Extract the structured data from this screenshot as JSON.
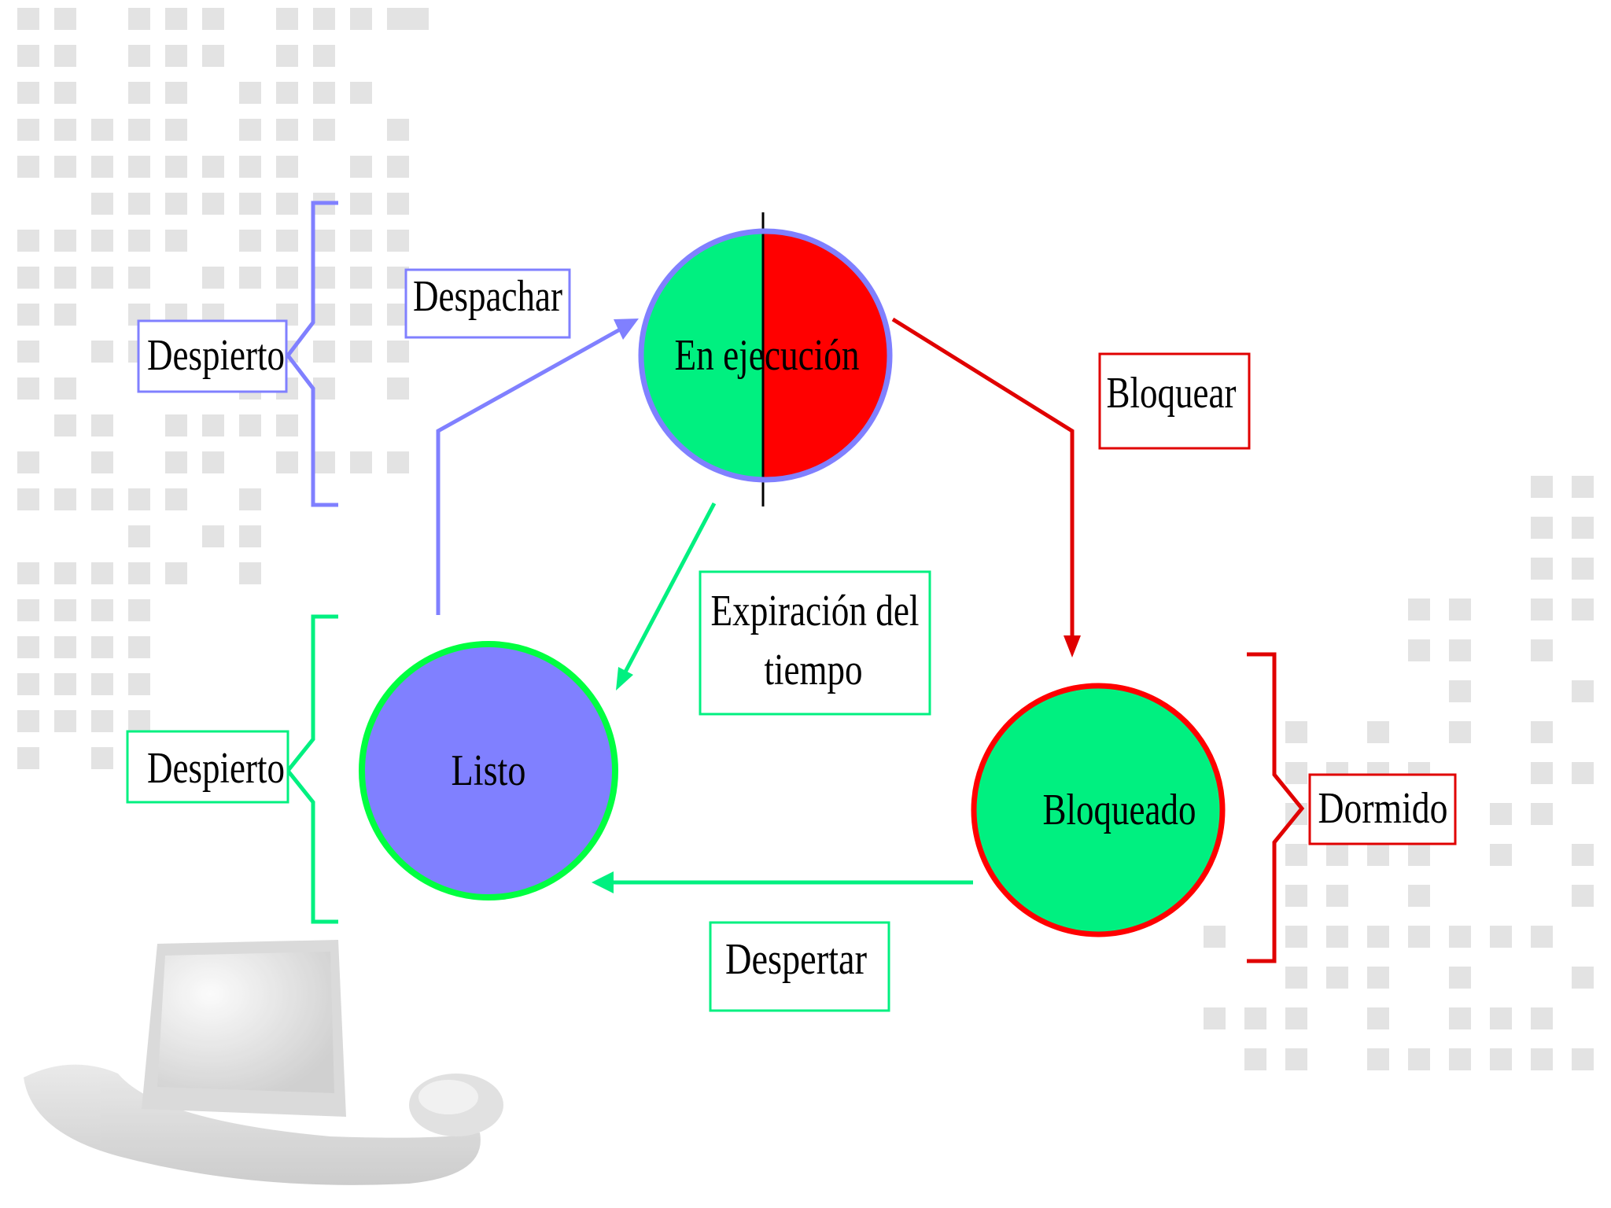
{
  "states": {
    "running": "En ejecución",
    "ready": "Listo",
    "blocked": "Bloqueado"
  },
  "transitions": {
    "dispatch": "Despachar",
    "timeout_line1": "Expiración del",
    "timeout_line2": "tiempo",
    "block": "Bloquear",
    "wakeup": "Despertar"
  },
  "brace_labels": {
    "awake_top": "Despierto",
    "awake_bottom": "Despierto",
    "asleep": "Dormido"
  },
  "colors": {
    "blue": "#8080ff",
    "green": "#00f080",
    "bright_green": "#00ff40",
    "red": "#ff0000",
    "dark_red": "#e00000"
  }
}
